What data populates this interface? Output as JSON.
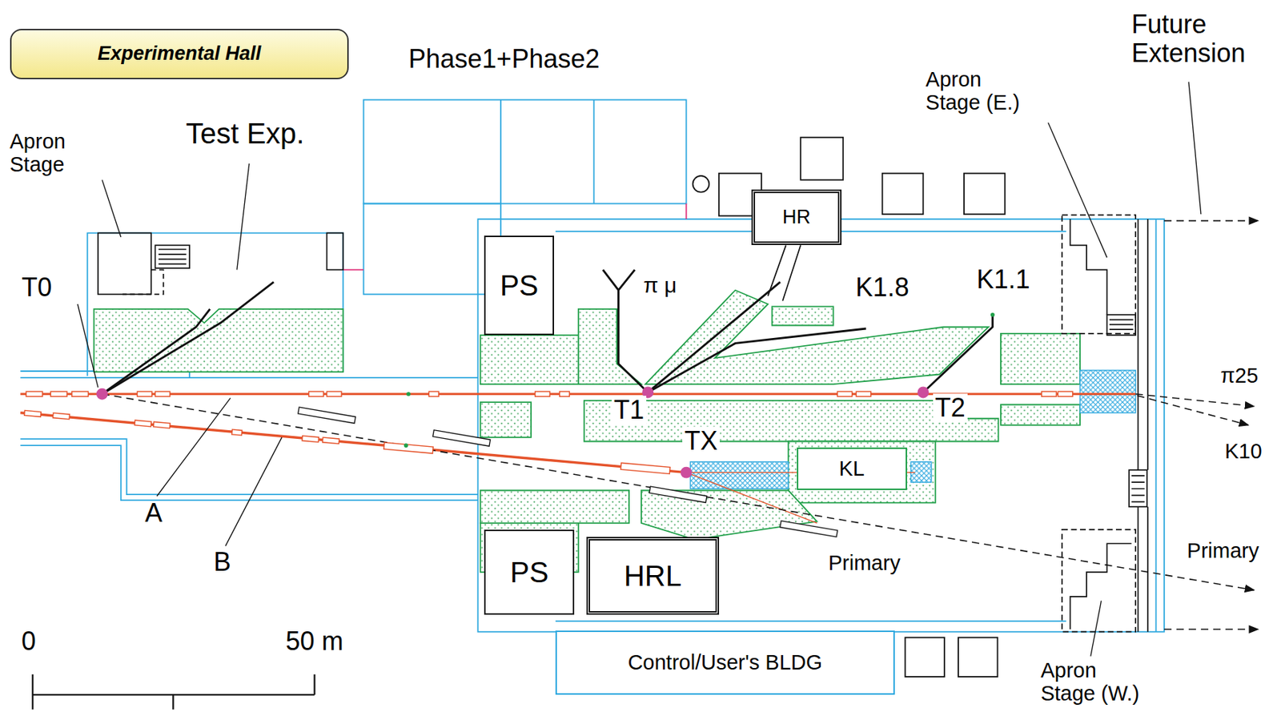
{
  "diagram": {
    "title": "Experimental Hall",
    "nodes": [
      {
        "text": [
          "PS"
        ]
      },
      {
        "text": [
          "HR"
        ]
      },
      {
        "text": [
          "PS"
        ]
      },
      {
        "text": [
          "HRL"
        ]
      },
      {
        "text": [
          "KL"
        ]
      },
      {
        "text": [
          "Control/User's BLDG"
        ]
      }
    ],
    "labels": [
      "Phase1+Phase2",
      "Future Extension",
      "Apron Stage (E.)",
      "Test Exp.",
      "Apron Stage",
      "T0",
      "π μ",
      "K1.8",
      "K1.1",
      "π25",
      "T1",
      "T2",
      "TX",
      "K10",
      "A",
      "B",
      "Primary",
      "Primary",
      "Apron Stage (W.)",
      "0",
      "50 m"
    ]
  }
}
